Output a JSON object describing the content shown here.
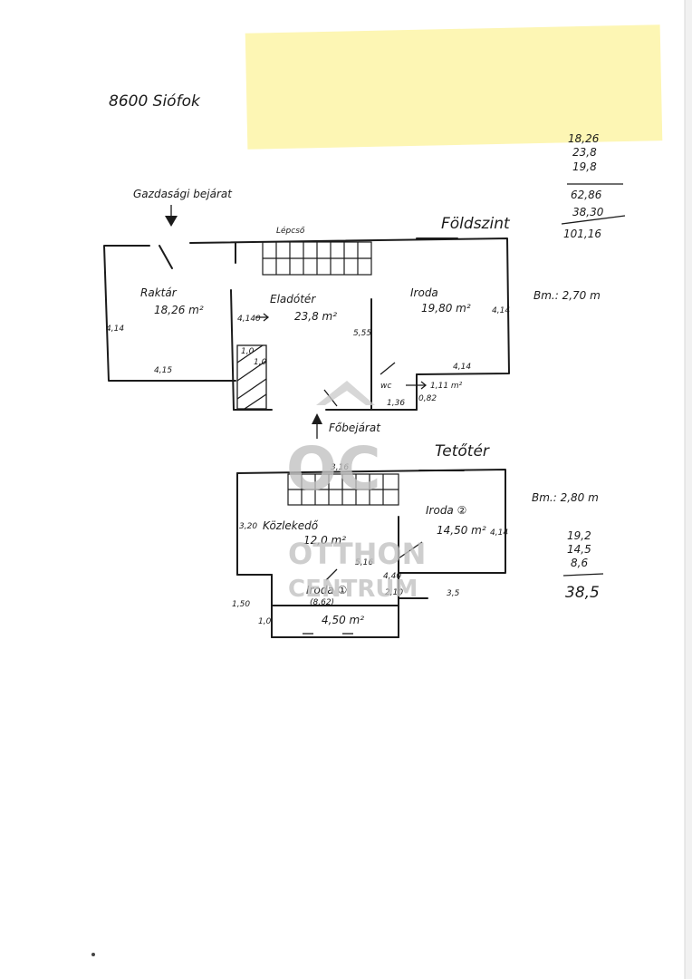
{
  "header": {
    "address": "8600 Siófok"
  },
  "ground_floor": {
    "title": "Földszint",
    "ceiling_height": "Bm.: 2,70 m",
    "economic_entrance": "Gazdasági bejárat",
    "stairs": "Lépcső",
    "main_entrance": "Főbejárat",
    "rooms": [
      {
        "name": "Raktár",
        "area": "18,26 m²"
      },
      {
        "name": "Eladótér",
        "area": "23,8 m²"
      },
      {
        "name": "Iroda",
        "area": "19,80 m²"
      },
      {
        "name": "wc",
        "area": "1,11 m²"
      }
    ],
    "dimensions": [
      "4,14",
      "4,15",
      "4,140",
      "5,55",
      "4,14",
      "4,14",
      "1,36",
      "0,82",
      "1,0",
      "1,0"
    ],
    "sum": {
      "items": [
        "18,26",
        "23,8",
        "19,8"
      ],
      "subtotal": "62,86",
      "addend": "38,30",
      "total": "101,16"
    }
  },
  "attic_floor": {
    "title": "Tetőtér",
    "ceiling_height": "Bm.: 2,80 m",
    "rooms": [
      {
        "name": "Közlekedő",
        "area": "12,0 m²"
      },
      {
        "name": "Iroda ②",
        "area": "14,50 m²"
      },
      {
        "name": "Iroda ①",
        "area": "4,50 m²",
        "extra": "(8,62)"
      }
    ],
    "dimensions": [
      "3,16",
      "3,20",
      "4,14",
      "5,16",
      "3,5",
      "4,40",
      "2,10",
      "1,50",
      "1,0"
    ],
    "sum": {
      "items": [
        "19,2",
        "14,5",
        "8,6"
      ],
      "total": "38,5"
    }
  },
  "watermark": {
    "logo": "OC",
    "line1": "OTTHON",
    "line2": "CENTRUM"
  },
  "colors": {
    "sticky_note": "#fdf6b4",
    "ink": "#1b1b1b",
    "watermark": "#c2c2c2"
  }
}
